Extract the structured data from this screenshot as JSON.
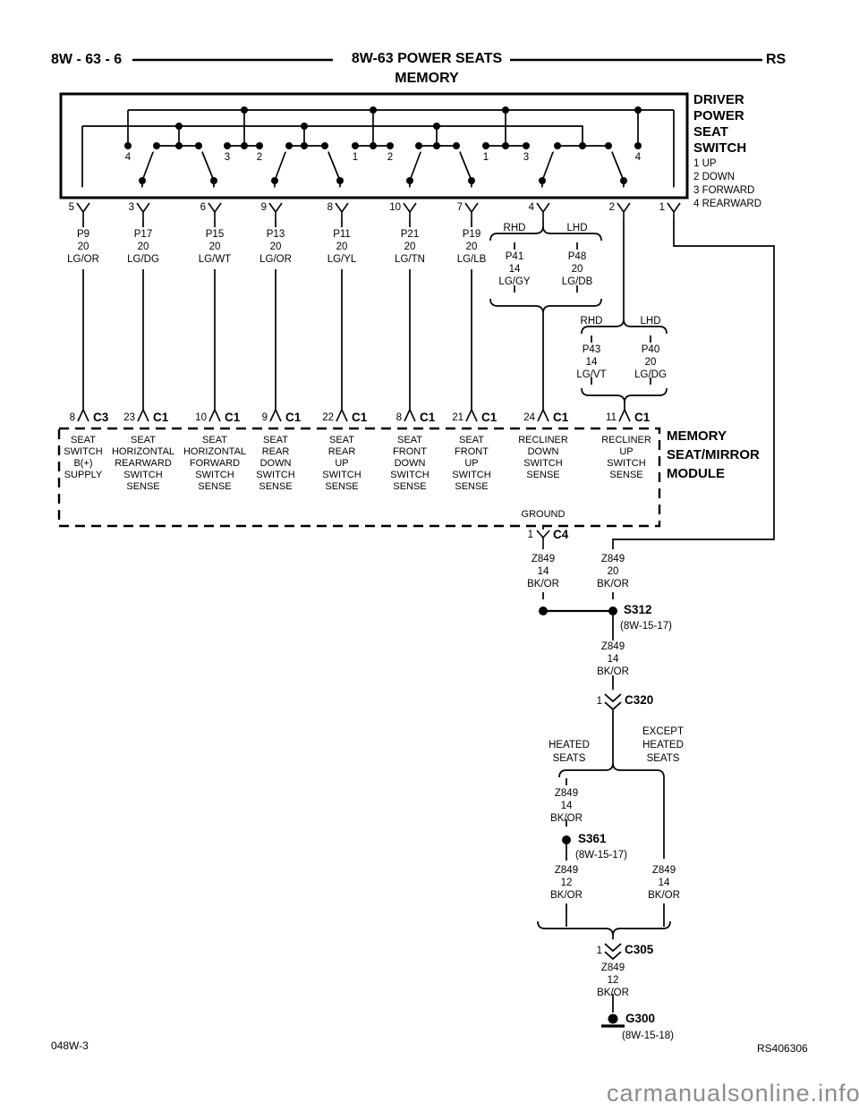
{
  "header": {
    "page_ref": "8W - 63 - 6",
    "title": "8W-63 POWER SEATS",
    "subtitle": "MEMORY",
    "corner_code": "RS"
  },
  "switch": {
    "name_lines": [
      "DRIVER",
      "POWER",
      "SEAT",
      "SWITCH"
    ],
    "legend": [
      "1 UP",
      "2 DOWN",
      "3 FORWARD",
      "4 REARWARD"
    ],
    "contacts": [
      "4",
      "3",
      "2",
      "1",
      "2",
      "1",
      "3",
      "4"
    ],
    "pins": [
      "5",
      "3",
      "6",
      "9",
      "8",
      "10",
      "7",
      "4",
      "2",
      "1"
    ]
  },
  "wires": [
    {
      "circuit": "P9",
      "gauge": "20",
      "color": "LG/OR",
      "term_pin": "8",
      "term_conn": "C3",
      "func": [
        "SEAT",
        "SWITCH",
        "B(+)",
        "SUPPLY"
      ]
    },
    {
      "circuit": "P17",
      "gauge": "20",
      "color": "LG/DG",
      "term_pin": "23",
      "term_conn": "C1",
      "func": [
        "SEAT",
        "HORIZONTAL",
        "REARWARD",
        "SWITCH",
        "SENSE"
      ]
    },
    {
      "circuit": "P15",
      "gauge": "20",
      "color": "LG/WT",
      "term_pin": "10",
      "term_conn": "C1",
      "func": [
        "SEAT",
        "HORIZONTAL",
        "FORWARD",
        "SWITCH",
        "SENSE"
      ]
    },
    {
      "circuit": "P13",
      "gauge": "20",
      "color": "LG/OR",
      "term_pin": "9",
      "term_conn": "C1",
      "func": [
        "SEAT",
        "REAR",
        "DOWN",
        "SWITCH",
        "SENSE"
      ]
    },
    {
      "circuit": "P11",
      "gauge": "20",
      "color": "LG/YL",
      "term_pin": "22",
      "term_conn": "C1",
      "func": [
        "SEAT",
        "REAR",
        "UP",
        "SWITCH",
        "SENSE"
      ]
    },
    {
      "circuit": "P21",
      "gauge": "20",
      "color": "LG/TN",
      "term_pin": "8",
      "term_conn": "C1",
      "func": [
        "SEAT",
        "FRONT",
        "DOWN",
        "SWITCH",
        "SENSE"
      ]
    },
    {
      "circuit": "P19",
      "gauge": "20",
      "color": "LG/LB",
      "term_pin": "21",
      "term_conn": "C1",
      "func": [
        "SEAT",
        "FRONT",
        "UP",
        "SWITCH",
        "SENSE"
      ]
    }
  ],
  "branches": {
    "rhd_label": "RHD",
    "lhd_label": "LHD",
    "recliner_down": {
      "rhd": {
        "circuit": "P41",
        "gauge": "14",
        "color": "LG/GY"
      },
      "lhd": {
        "circuit": "P48",
        "gauge": "20",
        "color": "LG/DB"
      },
      "term_pin": "24",
      "term_conn": "C1",
      "func": [
        "RECLINER",
        "DOWN",
        "SWITCH",
        "SENSE"
      ]
    },
    "recliner_up": {
      "rhd": {
        "circuit": "P43",
        "gauge": "14",
        "color": "LG/VT"
      },
      "lhd": {
        "circuit": "P40",
        "gauge": "20",
        "color": "LG/DG"
      },
      "term_pin": "11",
      "term_conn": "C1",
      "func": [
        "RECLINER",
        "UP",
        "SWITCH",
        "SENSE"
      ]
    }
  },
  "module": {
    "name_lines": [
      "MEMORY",
      "SEAT/MIRROR",
      "MODULE"
    ],
    "ground_label": "GROUND",
    "conn_pin": "1",
    "conn": "C4"
  },
  "ground_chain": {
    "z_c4": {
      "circuit": "Z849",
      "gauge": "14",
      "color": "BK/OR"
    },
    "z_switch": {
      "circuit": "Z849",
      "gauge": "20",
      "color": "BK/OR"
    },
    "s312": {
      "label": "S312",
      "ref": "(8W-15-17)"
    },
    "z_below_s312": {
      "circuit": "Z849",
      "gauge": "14",
      "color": "BK/OR"
    },
    "c320": {
      "pin": "1",
      "label": "C320"
    },
    "heated_label": [
      "HEATED",
      "SEATS"
    ],
    "except_label": [
      "EXCEPT",
      "HEATED",
      "SEATS"
    ],
    "z_heated": {
      "circuit": "Z849",
      "gauge": "14",
      "color": "BK/OR"
    },
    "s361": {
      "label": "S361",
      "ref": "(8W-15-17)"
    },
    "z_heated2": {
      "circuit": "Z849",
      "gauge": "12",
      "color": "BK/OR"
    },
    "z_except": {
      "circuit": "Z849",
      "gauge": "14",
      "color": "BK/OR"
    },
    "c305": {
      "pin": "1",
      "label": "C305"
    },
    "z_final": {
      "circuit": "Z849",
      "gauge": "12",
      "color": "BK/OR"
    },
    "g300": {
      "label": "G300",
      "ref": "(8W-15-18)"
    }
  },
  "footer": {
    "sheet_code": "048W-3",
    "doc_code": "RS406306",
    "watermark": "carmanualsonline.info"
  }
}
